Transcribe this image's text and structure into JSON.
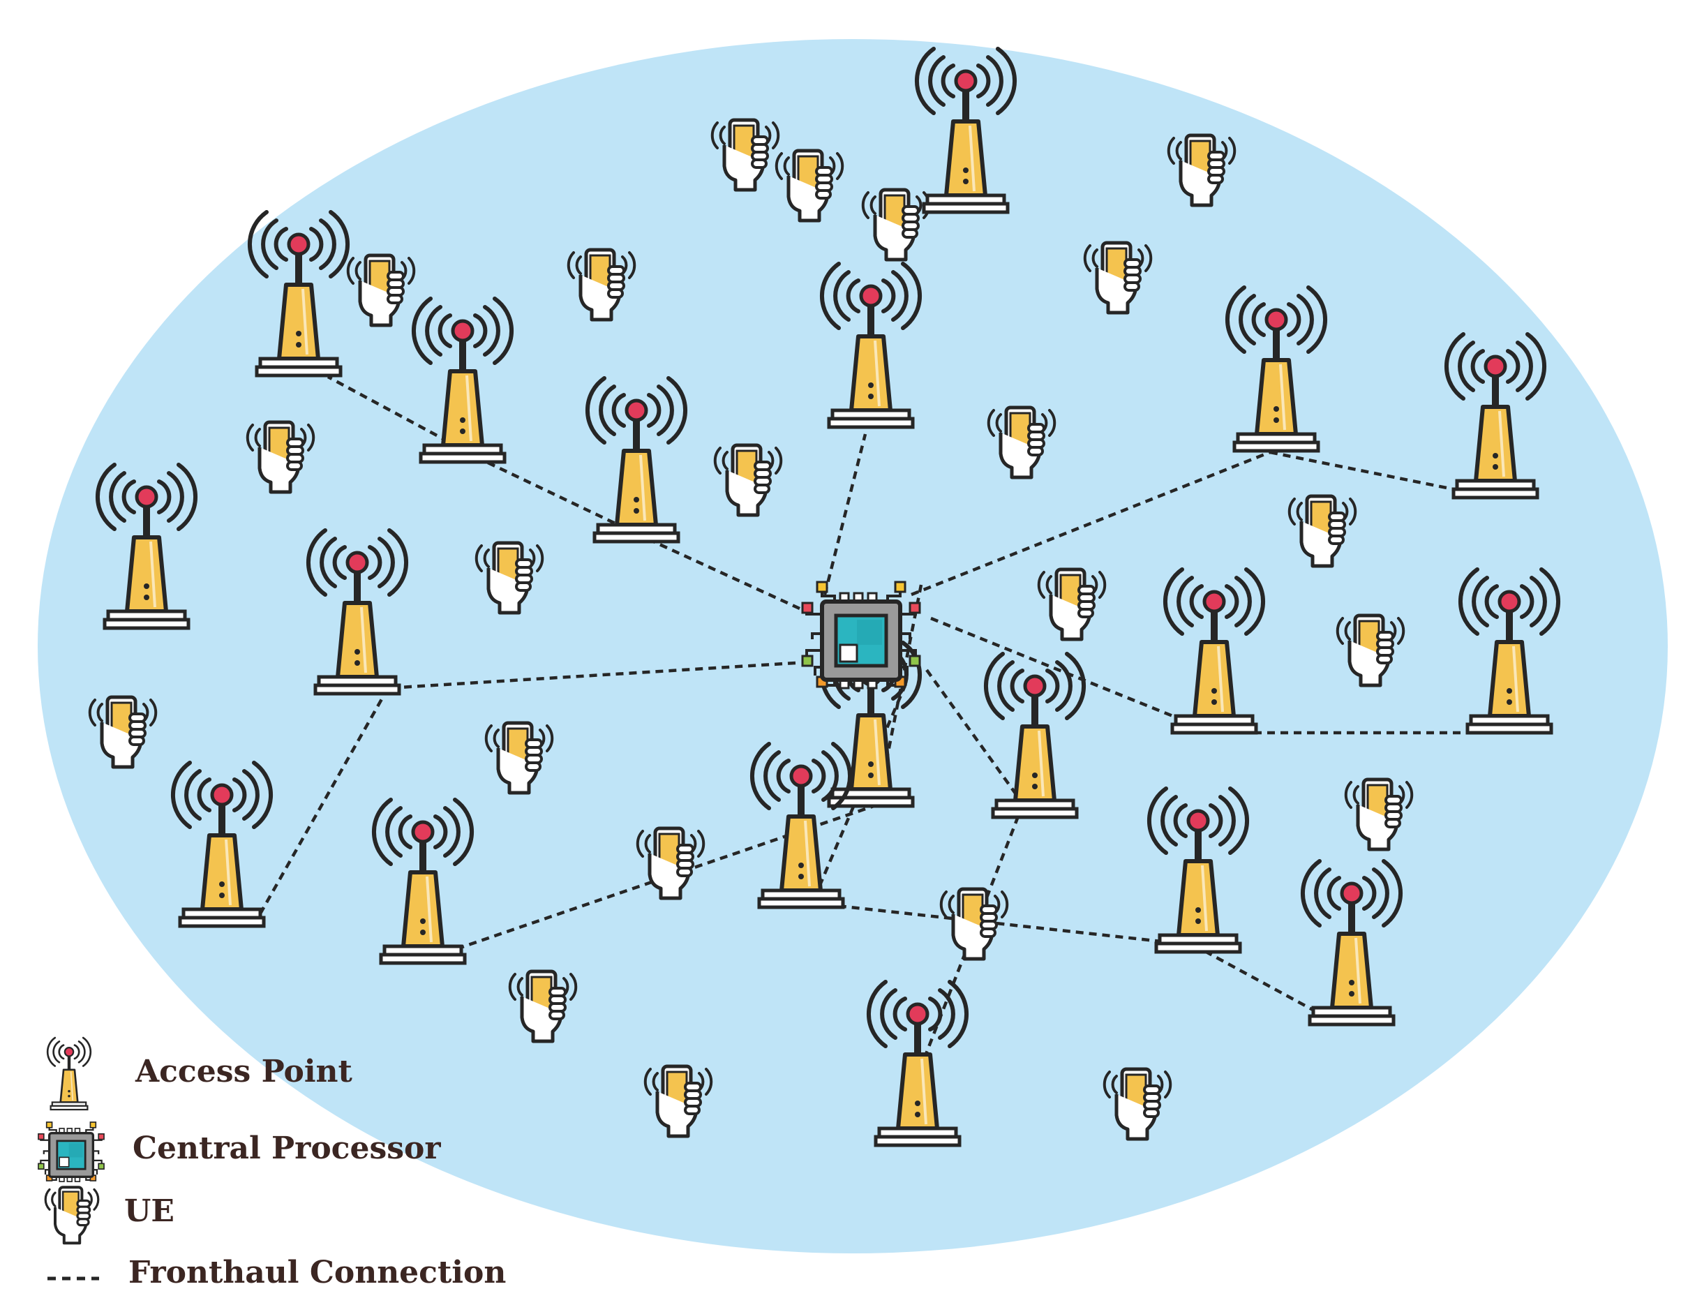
{
  "colors": {
    "coverage_area": "#bfe4f7",
    "tower_body": "#f4c34f",
    "tower_tip": "#e23b5a",
    "outline": "#262626",
    "phone_screen": "#f4c34f",
    "phone_body": "#ffffff",
    "chip_body": "#9a9a9a",
    "chip_core": "#2bb5c0",
    "pin_yellow": "#f7c532",
    "pin_red": "#e94a5a",
    "pin_green": "#8fc44a",
    "pin_orange": "#f39a2b"
  },
  "diagram": {
    "central_processor": {
      "icon": "chip-icon"
    },
    "access_points": [
      {
        "id": "ap1",
        "icon": "antenna-tower-icon"
      },
      {
        "id": "ap2",
        "icon": "antenna-tower-icon"
      },
      {
        "id": "ap3",
        "icon": "antenna-tower-icon"
      },
      {
        "id": "ap4",
        "icon": "antenna-tower-icon"
      },
      {
        "id": "ap5",
        "icon": "antenna-tower-icon"
      },
      {
        "id": "ap6",
        "icon": "antenna-tower-icon"
      },
      {
        "id": "ap7",
        "icon": "antenna-tower-icon"
      },
      {
        "id": "ap8",
        "icon": "antenna-tower-icon"
      },
      {
        "id": "ap9",
        "icon": "antenna-tower-icon"
      },
      {
        "id": "ap10",
        "icon": "antenna-tower-icon"
      },
      {
        "id": "ap11",
        "icon": "antenna-tower-icon"
      },
      {
        "id": "ap12",
        "icon": "antenna-tower-icon"
      },
      {
        "id": "ap13",
        "icon": "antenna-tower-icon"
      },
      {
        "id": "ap14",
        "icon": "antenna-tower-icon"
      },
      {
        "id": "ap15",
        "icon": "antenna-tower-icon"
      },
      {
        "id": "ap16",
        "icon": "antenna-tower-icon"
      },
      {
        "id": "ap17",
        "icon": "antenna-tower-icon"
      },
      {
        "id": "ap18",
        "icon": "antenna-tower-icon"
      },
      {
        "id": "ap19",
        "icon": "antenna-tower-icon"
      }
    ],
    "ue_count": 22,
    "fronthaul_links": [
      [
        "cp",
        "ap9"
      ],
      [
        "cp",
        "ap4"
      ],
      [
        "ap4",
        "ap3"
      ],
      [
        "ap3",
        "ap2"
      ],
      [
        "cp",
        "ap6"
      ],
      [
        "ap6",
        "ap7"
      ],
      [
        "cp",
        "ap12"
      ],
      [
        "ap12",
        "ap13"
      ],
      [
        "cp",
        "ap10"
      ],
      [
        "ap10",
        "ap11"
      ],
      [
        "cp",
        "ap15"
      ],
      [
        "ap15",
        "ap16"
      ],
      [
        "ap16",
        "ap18"
      ],
      [
        "cp",
        "ap8"
      ],
      [
        "ap8",
        "ap17"
      ],
      [
        "cp",
        "ap14"
      ],
      [
        "ap14",
        "ap19"
      ]
    ]
  },
  "legend": {
    "access_point": "Access Point",
    "central_processor": "Central Processor",
    "ue": "UE",
    "fronthaul": "Fronthaul Connection"
  }
}
